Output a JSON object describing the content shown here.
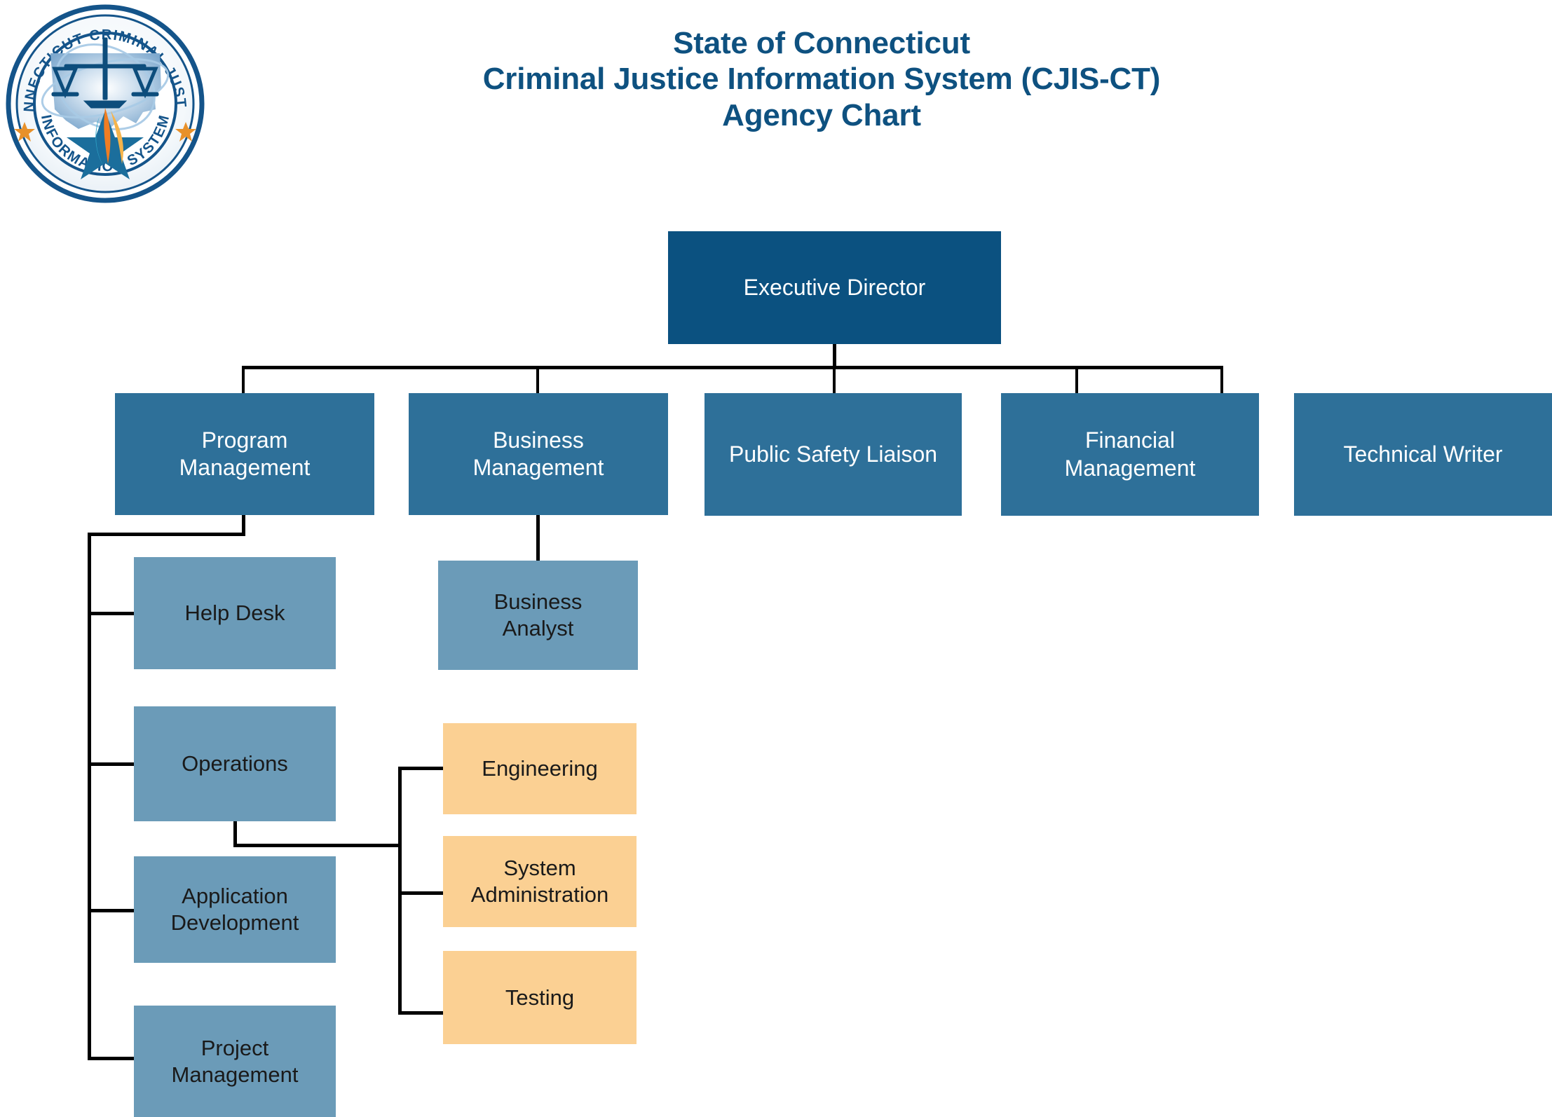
{
  "document": {
    "title_lines": [
      "State of Connecticut",
      "Criminal Justice Information System (CJIS-CT)",
      "Agency Chart"
    ],
    "title_color": "#0e5180"
  },
  "logo": {
    "name": "cjis-ct-seal",
    "top_arc_text": "CONNECTICUT CRIMINAL JUSTICE",
    "bottom_arc_text": "INFORMATION SYSTEM",
    "ring_color": "#14548a",
    "star_colors": [
      "#e8912a",
      "#f07d22",
      "#1b6e9c"
    ],
    "emblem": "scales-of-justice-over-connecticut-map-with-orbit-rings-and-star"
  },
  "palette": {
    "executive": "#0b5180",
    "division": "#2e7099",
    "unit": "#6b9bb8",
    "technical": "#fbd093",
    "connector": "#000000",
    "text_light": "#ffffff",
    "text_dark": "#1a1a1a"
  },
  "org_chart": {
    "type": "org-chart",
    "root": {
      "id": "executive-director",
      "label": "Executive Director",
      "level": "executive"
    },
    "divisions": [
      {
        "id": "program-management",
        "label": "Program\nManagement",
        "level": "division"
      },
      {
        "id": "business-management",
        "label": "Business\nManagement",
        "level": "division"
      },
      {
        "id": "public-safety-liaison",
        "label": "Public Safety Liaison",
        "level": "division"
      },
      {
        "id": "financial-management",
        "label": "Financial\nManagement",
        "level": "division"
      },
      {
        "id": "technical-writer",
        "label": "Technical Writer",
        "level": "division"
      }
    ],
    "units": [
      {
        "id": "help-desk",
        "label": "Help Desk",
        "level": "unit",
        "parent": "program-management"
      },
      {
        "id": "operations",
        "label": "Operations",
        "level": "unit",
        "parent": "program-management"
      },
      {
        "id": "application-development",
        "label": "Application\nDevelopment",
        "level": "unit",
        "parent": "program-management"
      },
      {
        "id": "project-management",
        "label": "Project\nManagement",
        "level": "unit",
        "parent": "program-management"
      },
      {
        "id": "business-analyst",
        "label": "Business\nAnalyst",
        "level": "unit",
        "parent": "business-management"
      }
    ],
    "technical": [
      {
        "id": "engineering",
        "label": "Engineering",
        "level": "technical",
        "parent": "operations"
      },
      {
        "id": "system-administration",
        "label": "System\nAdministration",
        "level": "technical",
        "parent": "operations"
      },
      {
        "id": "testing",
        "label": "Testing",
        "level": "technical",
        "parent": "operations"
      }
    ]
  },
  "nodes": {
    "executive_director": {
      "line1": "Executive Director"
    },
    "program_management": {
      "line1": "Program",
      "line2": "Management"
    },
    "business_management": {
      "line1": "Business",
      "line2": "Management"
    },
    "public_safety_liaison": {
      "line1": "Public Safety Liaison"
    },
    "financial_management": {
      "line1": "Financial",
      "line2": "Management"
    },
    "technical_writer": {
      "line1": "Technical Writer"
    },
    "help_desk": {
      "line1": "Help Desk"
    },
    "operations": {
      "line1": "Operations"
    },
    "application_development": {
      "line1": "Application",
      "line2": "Development"
    },
    "project_management": {
      "line1": "Project",
      "line2": "Management"
    },
    "business_analyst": {
      "line1": "Business",
      "line2": "Analyst"
    },
    "engineering": {
      "line1": "Engineering"
    },
    "system_administration": {
      "line1": "System",
      "line2": "Administration"
    },
    "testing": {
      "line1": "Testing"
    }
  }
}
